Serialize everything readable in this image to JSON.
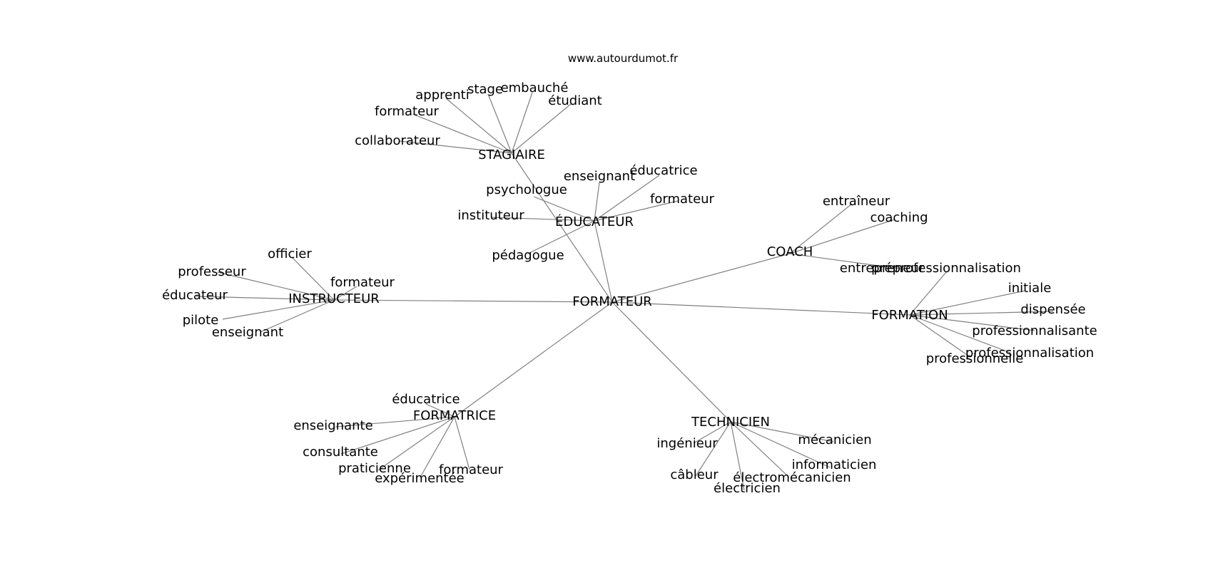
{
  "source": "www.autourdumot.fr",
  "colors": {
    "edge": "#808080",
    "text": "#000000",
    "background": "#ffffff"
  },
  "center": "FORMATEUR",
  "clusters": [
    {
      "label": "STAGIAIRE",
      "children": [
        "collaborateur",
        "formateur",
        "apprenti",
        "stage",
        "embauché",
        "étudiant"
      ]
    },
    {
      "label": "ÉDUCATEUR",
      "children": [
        "psychologue",
        "instituteur",
        "pédagogue",
        "enseignant",
        "éducatrice",
        "formateur"
      ]
    },
    {
      "label": "COACH",
      "children": [
        "entraîneur",
        "coaching",
        "entrepreneur"
      ]
    },
    {
      "label": "FORMATION",
      "children": [
        "préprofessionnalisation",
        "initiale",
        "dispensée",
        "professionnalisante",
        "professionnalisation",
        "professionnelle"
      ]
    },
    {
      "label": "INSTRUCTEUR",
      "children": [
        "officier",
        "professeur",
        "éducateur",
        "pilote",
        "enseignant",
        "formateur"
      ]
    },
    {
      "label": "FORMATRICE",
      "children": [
        "éducatrice",
        "enseignante",
        "consultante",
        "praticienne",
        "expérimentée",
        "formateur"
      ]
    },
    {
      "label": "TECHNICIEN",
      "children": [
        "ingénieur",
        "câbleur",
        "électricien",
        "électromécanicien",
        "informaticien",
        "mécanicien"
      ]
    }
  ]
}
